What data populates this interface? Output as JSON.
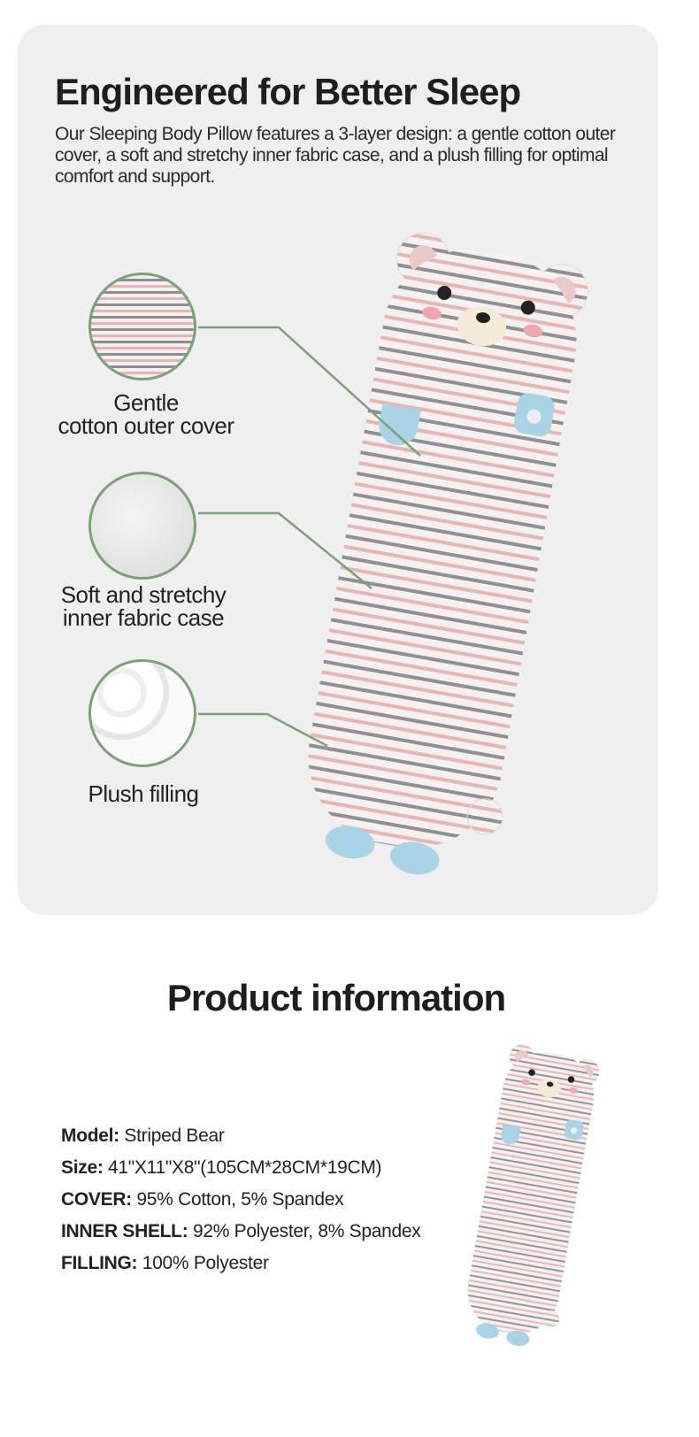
{
  "hero": {
    "title": "Engineered for Better Sleep",
    "subtitle": "Our Sleeping Body Pillow features a 3-layer design: a gentle cotton outer cover, a soft and stretchy inner fabric case, and a plush filling for optimal comfort and support.",
    "layers": [
      {
        "line1": "Gentle",
        "line2": "cotton outer cover"
      },
      {
        "line1": "Soft and stretchy",
        "line2": "inner fabric case"
      },
      {
        "line1": "Plush filling",
        "line2": ""
      }
    ]
  },
  "product_info": {
    "title": "Product information",
    "specs": [
      {
        "label": "Model:",
        "value": " Striped Bear"
      },
      {
        "label": "Size:",
        "value": " 41\"X11\"X8\"(105CM*28CM*19CM)"
      },
      {
        "label": "COVER:",
        "value": " 95% Cotton, 5% Spandex"
      },
      {
        "label": "INNER SHELL:",
        "value": " 92% Polyester, 8% Spandex"
      },
      {
        "label": "FILLING:",
        "value": " 100% Polyester"
      }
    ]
  },
  "colors": {
    "accent_green": "#7ba277",
    "card_bg": "#efefef"
  }
}
